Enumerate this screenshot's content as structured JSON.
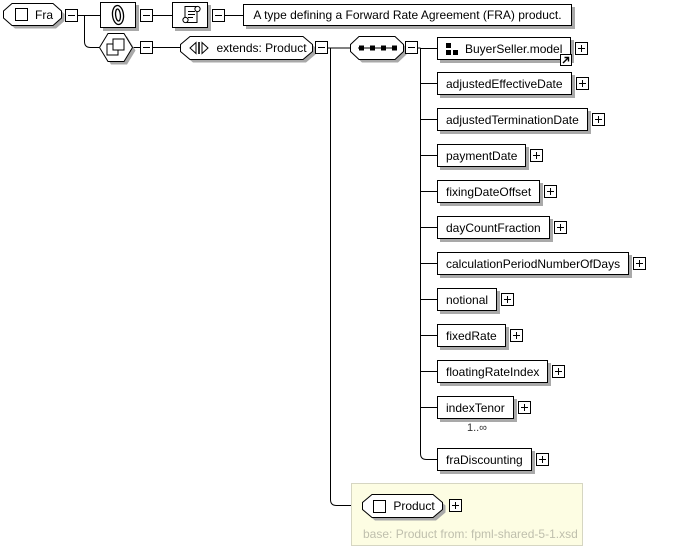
{
  "root": {
    "label": "Fra"
  },
  "annotation": "A type defining a Forward Rate Agreement (FRA) product.",
  "derivation": {
    "label": "extends: Product"
  },
  "children": [
    {
      "label": "BuyerSeller.model"
    },
    {
      "label": "adjustedEffectiveDate"
    },
    {
      "label": "adjustedTerminationDate"
    },
    {
      "label": "paymentDate"
    },
    {
      "label": "fixingDateOffset"
    },
    {
      "label": "dayCountFraction"
    },
    {
      "label": "calculationPeriodNumberOfDays"
    },
    {
      "label": "notional"
    },
    {
      "label": "fixedRate"
    },
    {
      "label": "floatingRateIndex"
    },
    {
      "label": "indexTenor",
      "occurrence": "1..∞"
    },
    {
      "label": "fraDiscounting"
    }
  ],
  "base": {
    "label": "Product",
    "note": "base: Product from: fpml-shared-5-1.xsd"
  },
  "colors": {
    "shadow": "#a9a9a9",
    "base_panel_bg": "#fdfde3",
    "muted_text": "#bfbfad",
    "line": "#000000"
  }
}
